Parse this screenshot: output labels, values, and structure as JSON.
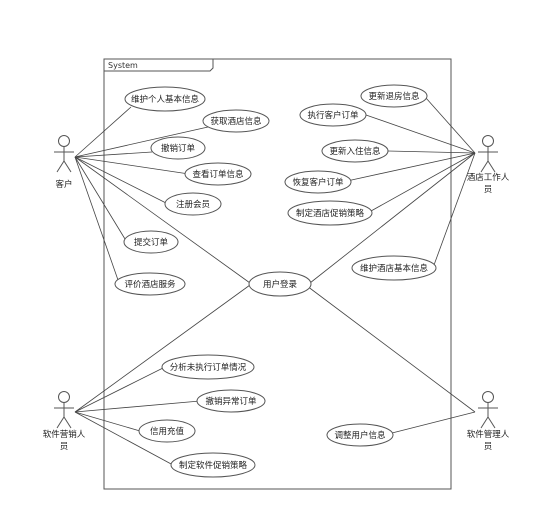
{
  "system": {
    "title": "System"
  },
  "actors": {
    "customer": {
      "label_lines": [
        "客户"
      ]
    },
    "hotel_staff": {
      "label_lines": [
        "酒店工作人",
        "员"
      ]
    },
    "marketer": {
      "label_lines": [
        "软件营销人",
        "员"
      ]
    },
    "admin": {
      "label_lines": [
        "软件管理人",
        "员"
      ]
    }
  },
  "use_cases": {
    "maintain_personal_info": "维护个人基本信息",
    "get_hotel_info": "获取酒店信息",
    "cancel_order": "撤销订单",
    "view_order_info": "查看订单信息",
    "register_member": "注册会员",
    "submit_order": "提交订单",
    "rate_hotel_service": "评价酒店服务",
    "user_login": "用户登录",
    "update_checkout_info": "更新退房信息",
    "execute_customer_order": "执行客户订单",
    "update_checkin_info": "更新入住信息",
    "restore_customer_order": "恢复客户订单",
    "make_hotel_promotion": "制定酒店促销策略",
    "maintain_hotel_info": "维护酒店基本信息",
    "analyze_unexecuted_orders": "分析未执行订单情况",
    "cancel_abnormal_order": "撤销异常订单",
    "credit_recharge": "信用充值",
    "make_software_promotion": "制定软件促销策略",
    "adjust_user_info": "调整用户信息"
  }
}
